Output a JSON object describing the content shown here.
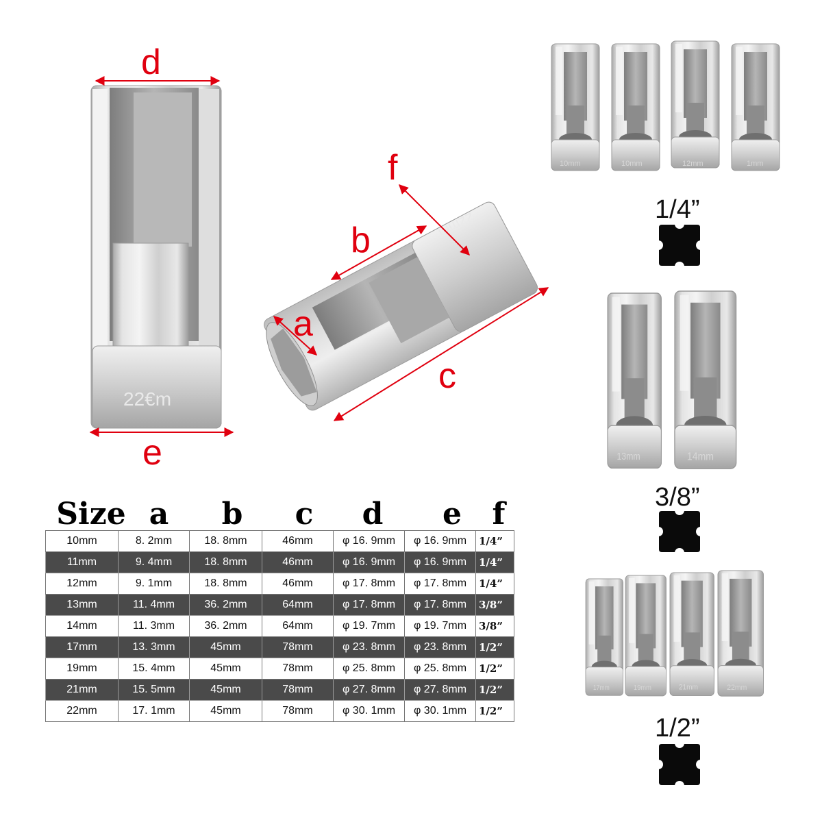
{
  "labels": {
    "a": "a",
    "b": "b",
    "c": "c",
    "d": "d",
    "e": "e",
    "f": "f"
  },
  "drive_groups": [
    {
      "size": "1/4”",
      "sockets": [
        "10mm",
        "10mm",
        "12mm",
        "1mm"
      ]
    },
    {
      "size": "3/8”",
      "sockets": [
        "13mm",
        "14mm"
      ]
    },
    {
      "size": "1/2”",
      "sockets": [
        "17mm",
        "19mm",
        "21mm",
        "22mm"
      ]
    }
  ],
  "socket_etch": {
    "upright": "22€m",
    "angled": "22mm"
  },
  "table": {
    "headers": [
      "Size",
      "a",
      "b",
      "c",
      "d",
      "e",
      "f"
    ],
    "rows": [
      [
        "10mm",
        "8. 2mm",
        "18. 8mm",
        "46mm",
        "φ 16. 9mm",
        "φ 16. 9mm",
        "1/4”"
      ],
      [
        "11mm",
        "9. 4mm",
        "18. 8mm",
        "46mm",
        "φ 16. 9mm",
        "φ 16. 9mm",
        "1/4”"
      ],
      [
        "12mm",
        "9. 1mm",
        "18. 8mm",
        "46mm",
        "φ 17. 8mm",
        "φ 17. 8mm",
        "1/4”"
      ],
      [
        "13mm",
        "11. 4mm",
        "36. 2mm",
        "64mm",
        "φ 17. 8mm",
        "φ 17. 8mm",
        "3/8”"
      ],
      [
        "14mm",
        "11. 3mm",
        "36. 2mm",
        "64mm",
        "φ 19. 7mm",
        "φ 19. 7mm",
        "3/8”"
      ],
      [
        "17mm",
        "13. 3mm",
        "45mm",
        "78mm",
        "φ 23. 8mm",
        "φ 23. 8mm",
        "1/2”"
      ],
      [
        "19mm",
        "15. 4mm",
        "45mm",
        "78mm",
        "φ 25. 8mm",
        "φ 25. 8mm",
        "1/2”"
      ],
      [
        "21mm",
        "15. 5mm",
        "45mm",
        "78mm",
        "φ 27. 8mm",
        "φ 27. 8mm",
        "1/2”"
      ],
      [
        "22mm",
        "17. 1mm",
        "45mm",
        "78mm",
        "φ 30. 1mm",
        "φ 30. 1mm",
        "1/2”"
      ]
    ]
  },
  "colors": {
    "dimension": "#e0000f",
    "dark_row": "#4a4a4a",
    "steel": "#c9c9c9"
  }
}
